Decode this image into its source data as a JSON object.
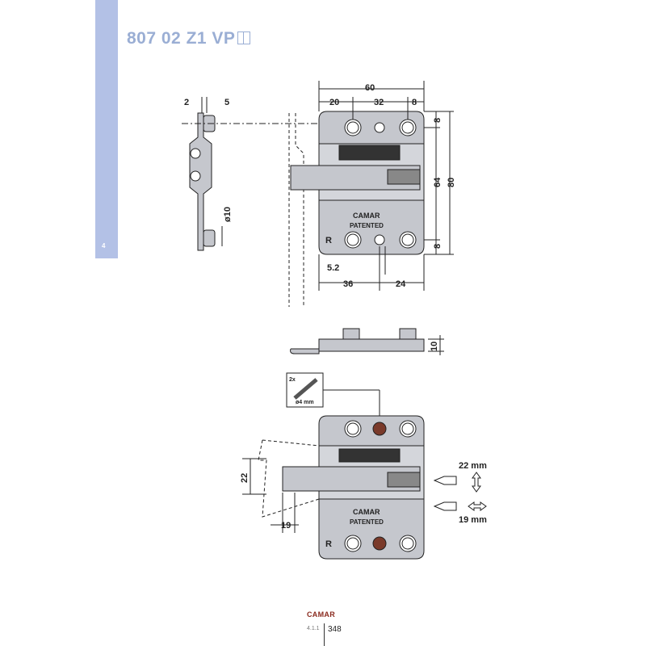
{
  "header": {
    "title": "807 02 Z1 VP",
    "tab_number": "4"
  },
  "front_view": {
    "dim_total_width": "60",
    "dim_widths": [
      "20",
      "32",
      "8"
    ],
    "dim_heights": [
      "8",
      "64",
      "80",
      "8"
    ],
    "dim_bottom": [
      "36",
      "24"
    ],
    "dim_hole": "5.2",
    "plate_brand": "CAMAR",
    "plate_text": "PATENTED",
    "plate_side": "R"
  },
  "side_view": {
    "dim_top": [
      "2",
      "5"
    ],
    "dim_diameter": "ø10"
  },
  "bottom_view": {
    "dim_height": "10"
  },
  "adjustment_view": {
    "screw_icon": {
      "qty": "2x",
      "diameter": "ø4 mm"
    },
    "dim_vertical": "22",
    "dim_horizontal": "19",
    "adjust_vertical": "22 mm",
    "adjust_horizontal": "19 mm",
    "plate_brand": "CAMAR",
    "plate_text": "PATENTED",
    "plate_side": "R"
  },
  "footer": {
    "brand": "CAMAR",
    "section": "4.1.1",
    "page": "348"
  },
  "colors": {
    "accent": "#b3c1e6",
    "title": "#9aaed4",
    "brand": "#8a2a1e",
    "plate": "#c5c7cd",
    "screw": "#7a3a2a"
  }
}
